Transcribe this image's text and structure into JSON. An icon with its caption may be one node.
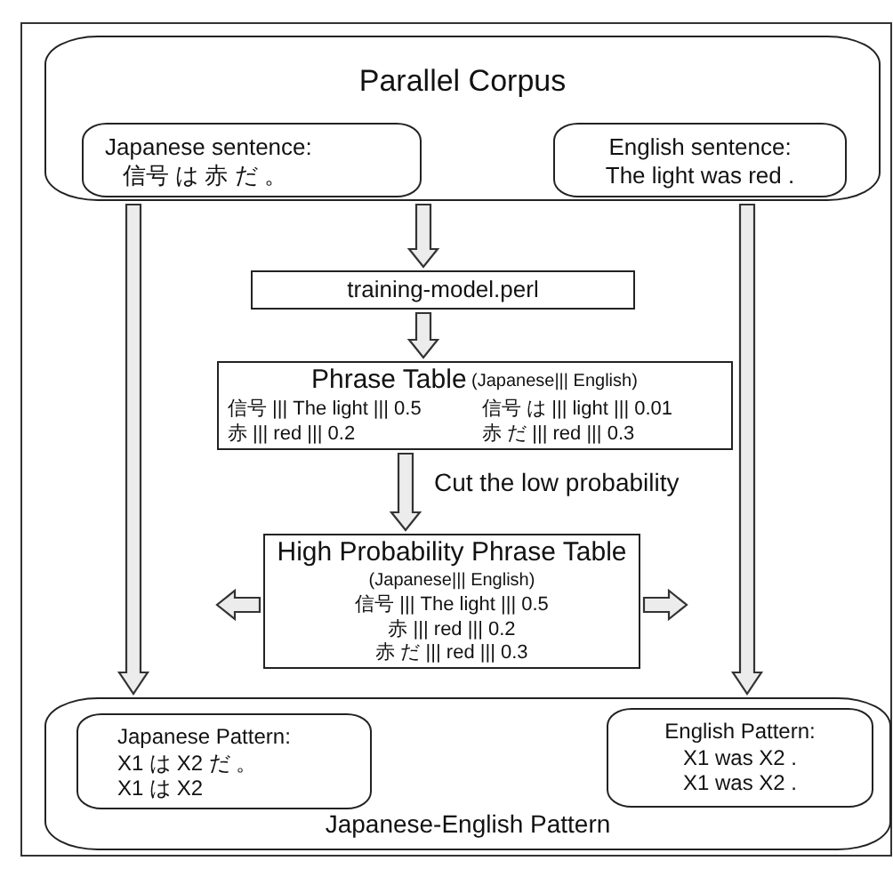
{
  "diagram": {
    "nodes": [
      {
        "text": [
          "Parallel Corpus"
        ]
      },
      {
        "text": [
          "Japanese sentence:",
          "信号 は 赤 だ 。"
        ],
        "in": 0
      },
      {
        "text": [
          "English sentence:",
          "The light was red ."
        ],
        "in": 0
      },
      {
        "text": [
          "training-model.perl"
        ]
      },
      {
        "text": [
          "Phrase Table",
          "(Japanese||| English)",
          "信号 ||| The light ||| 0.5",
          "信号 は ||| light ||| 0.01",
          "赤 ||| red ||| 0.2",
          "赤 だ ||| red ||| 0.3"
        ]
      },
      {
        "text": [
          "High Probability Phrase Table",
          "(Japanese||| English)",
          "信号 ||| The light ||| 0.5",
          "赤 ||| red ||| 0.2",
          "赤 だ ||| red ||| 0.3"
        ]
      },
      {
        "text": [
          "Japanese-English Pattern"
        ]
      },
      {
        "text": [
          "Japanese Pattern:",
          "X1 は X2 だ 。",
          "X1 は X2"
        ],
        "in": 6
      },
      {
        "text": [
          "English Pattern:",
          "X1 was X2 .",
          "X1 was X2 ."
        ],
        "in": 6
      }
    ],
    "edges": [
      {
        "from": 0,
        "to": 3,
        "arrow": "to"
      },
      {
        "from": 3,
        "to": 4,
        "arrow": "to"
      },
      {
        "from": 4,
        "to": 5,
        "arrow": "to",
        "label": "Cut the low probability"
      },
      {
        "from": 5,
        "to": null,
        "arrow": "to"
      },
      {
        "from": 5,
        "to": null,
        "arrow": "to"
      },
      {
        "from": 0,
        "to": 6,
        "arrow": "to"
      },
      {
        "from": 0,
        "to": 6,
        "arrow": "to"
      }
    ]
  }
}
